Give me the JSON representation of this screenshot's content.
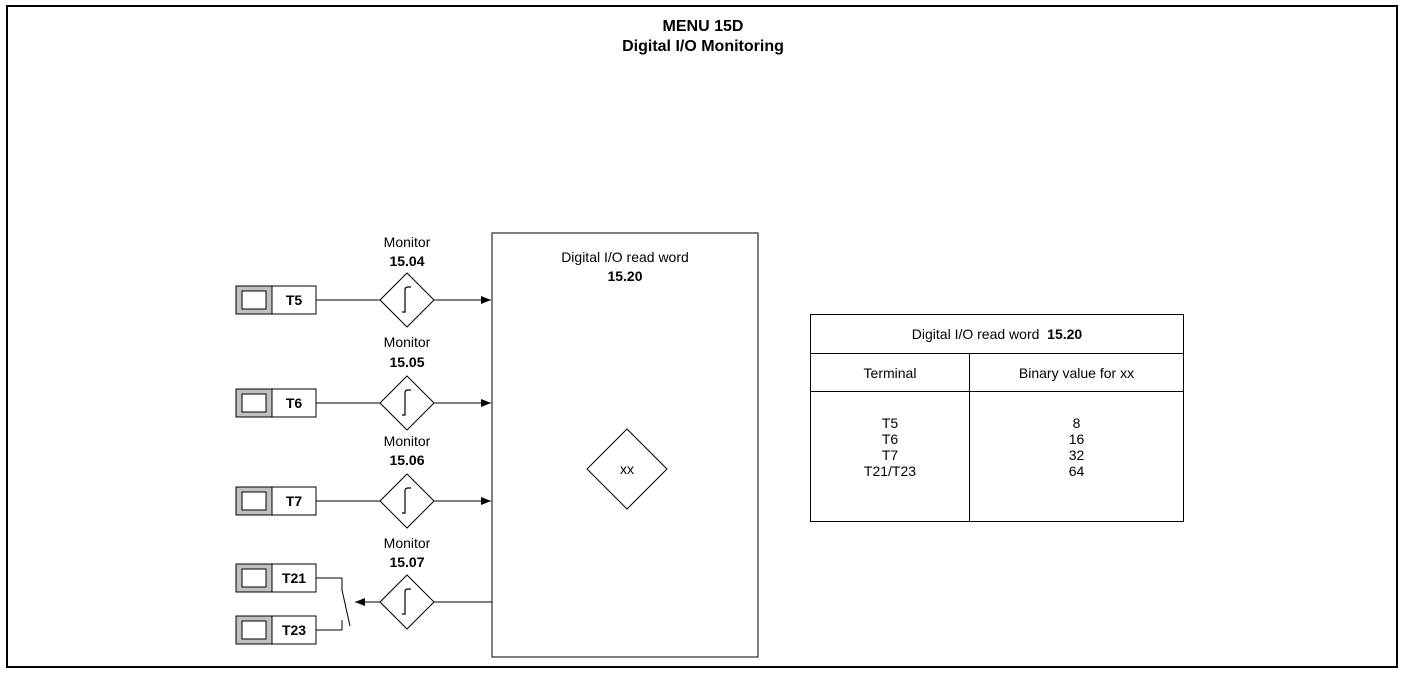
{
  "title": {
    "line1": "MENU 15D",
    "line2": "Digital I/O Monitoring"
  },
  "terminals": [
    {
      "label": "T5",
      "monitor_label": "Monitor",
      "param": "15.04"
    },
    {
      "label": "T6",
      "monitor_label": "Monitor",
      "param": "15.05"
    },
    {
      "label": "T7",
      "monitor_label": "Monitor",
      "param": "15.06"
    },
    {
      "label": "T21",
      "monitor_label": "Monitor",
      "param": "15.07"
    },
    {
      "label": "T23"
    }
  ],
  "read_word_block": {
    "label": "Digital I/O read word",
    "param": "15.20",
    "value_symbol": "xx"
  },
  "table": {
    "title": "Digital I/O read word",
    "title_param": "15.20",
    "col_terminal": "Terminal",
    "col_value": "Binary value for xx",
    "rows": [
      {
        "terminal": "T5",
        "value": "8"
      },
      {
        "terminal": "T6",
        "value": "16"
      },
      {
        "terminal": "T7",
        "value": "32"
      },
      {
        "terminal": "T21/T23",
        "value": "64"
      }
    ]
  },
  "colors": {
    "line": "#000000",
    "terminal_shade": "#c0c0c0"
  },
  "icons": {
    "monitor_symbol": "diamond-integrator-icon",
    "switch_symbol": "switch-icon",
    "arrow_symbol": "arrowhead-icon"
  }
}
